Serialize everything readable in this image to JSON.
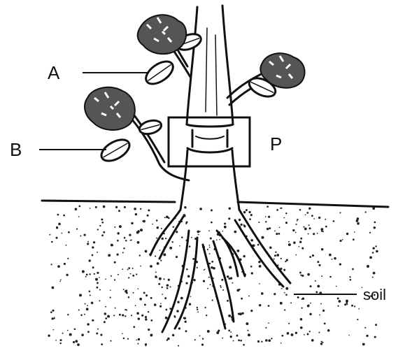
{
  "labels": {
    "a": "A",
    "b": "B",
    "p": "P",
    "soil": "soil"
  }
}
